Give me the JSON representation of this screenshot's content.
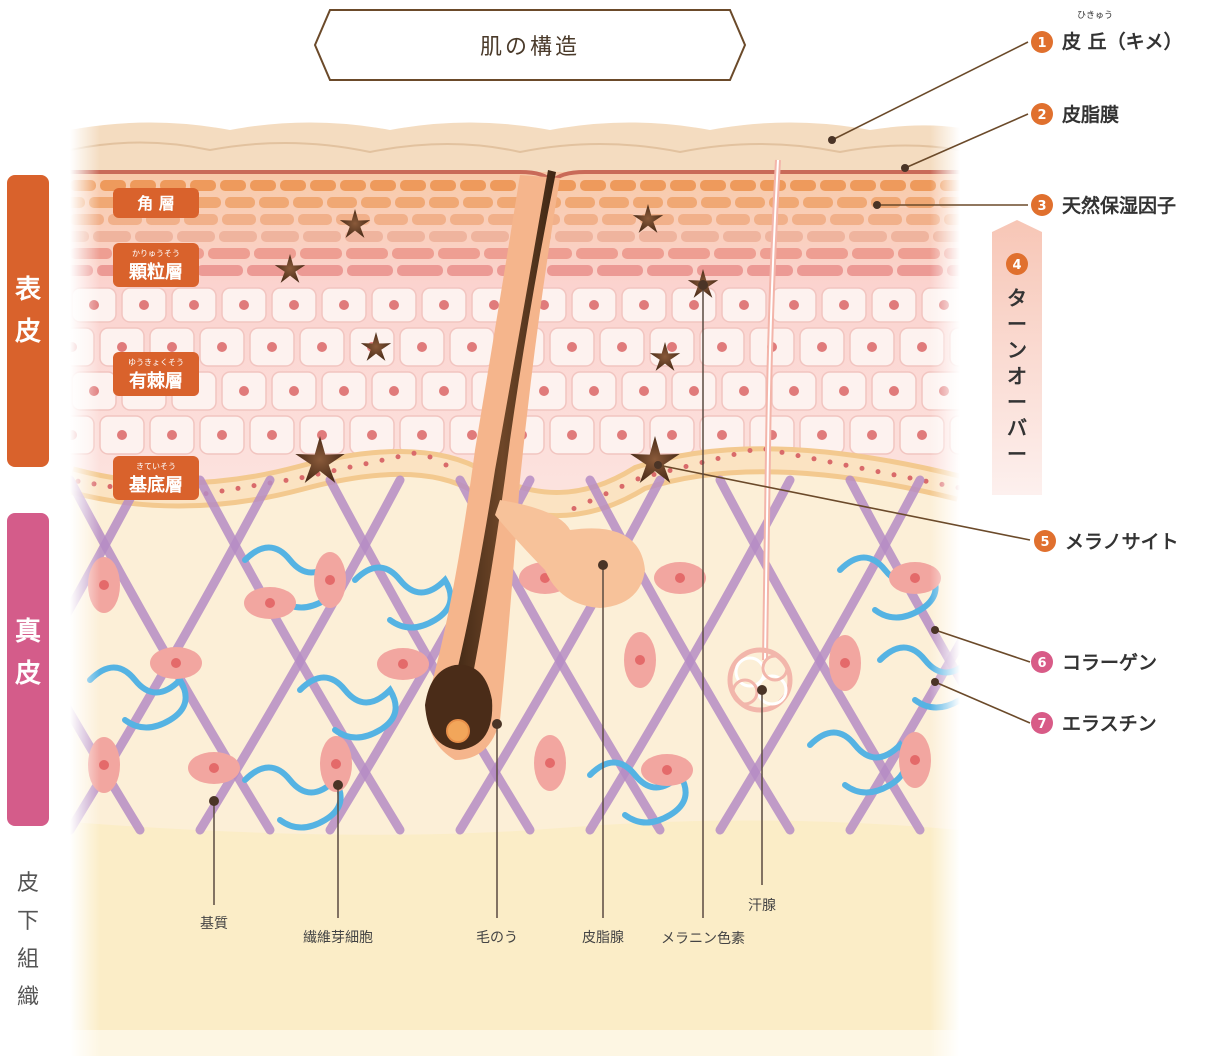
{
  "title": "肌の構造",
  "side_labels": {
    "epidermis": [
      "表",
      "皮"
    ],
    "dermis": [
      "真",
      "皮"
    ],
    "subcutaneous": [
      "皮",
      "下",
      "組",
      "織"
    ]
  },
  "layer_tags": [
    {
      "label": "角 層",
      "ruby": ""
    },
    {
      "label": "顆粒層",
      "ruby": "かりゅうそう"
    },
    {
      "label": "有棘層",
      "ruby": "ゆうきょくそう"
    },
    {
      "label": "基底層",
      "ruby": "きていそう"
    }
  ],
  "callouts": [
    {
      "num": "1",
      "label": "皮 丘（キメ）",
      "ruby": "ひきゅう"
    },
    {
      "num": "2",
      "label": "皮脂膜",
      "ruby": ""
    },
    {
      "num": "3",
      "label": "天然保湿因子",
      "ruby": ""
    },
    {
      "num": "5",
      "label": "メラノサイト",
      "ruby": ""
    },
    {
      "num": "6",
      "label": "コラーゲン",
      "ruby": ""
    },
    {
      "num": "7",
      "label": "エラスチン",
      "ruby": ""
    }
  ],
  "turnover": {
    "num": "4",
    "chars": [
      "タ",
      "ー",
      "ン",
      "オ",
      "ー",
      "バ",
      "ー"
    ]
  },
  "bottom_labels": [
    "基質",
    "繊維芽細胞",
    "毛のう",
    "皮脂腺",
    "メラニン色素",
    "汗腺"
  ],
  "colors": {
    "epidermis_tag": "#d9622c",
    "dermis_tag": "#d45c8a",
    "callout_orange": "#e0702e",
    "callout_pink": "#d85b87",
    "title_border": "#6b4a2a",
    "collagen": "#b58cc4",
    "elastin": "#55b3e3",
    "hair": "#5a3a22",
    "subcutaneous": "#fbedc7"
  }
}
